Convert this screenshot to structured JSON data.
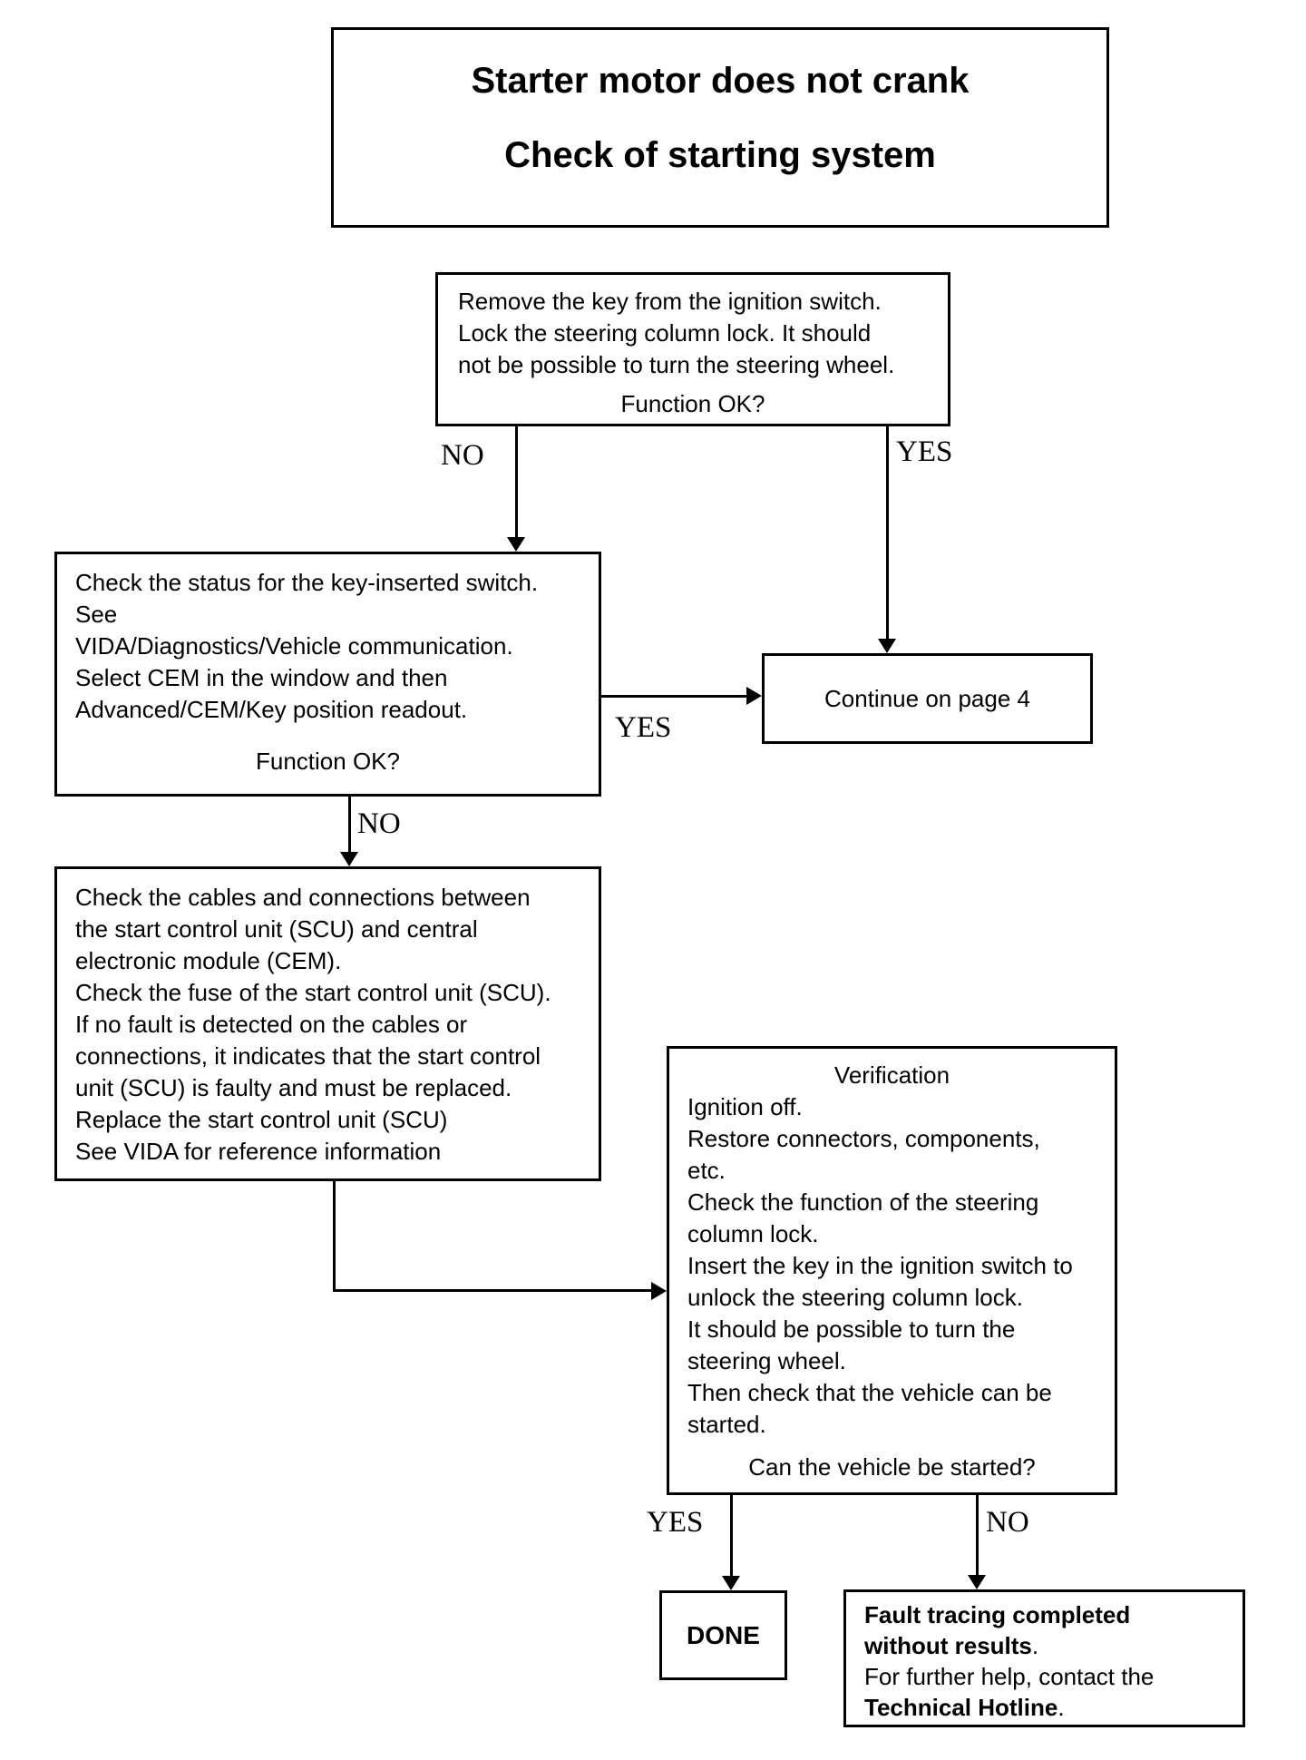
{
  "title": {
    "line1": "Starter motor does not crank",
    "line2": "Check of starting system"
  },
  "nodes": {
    "remove_key": {
      "lines": [
        "Remove the key from the ignition switch.",
        "Lock the steering column lock. It should",
        "not be possible to turn the steering wheel."
      ],
      "question": "Function OK?"
    },
    "key_status": {
      "lines": [
        "Check the status for the key-inserted switch.",
        "See",
        "VIDA/Diagnostics/Vehicle communication.",
        "Select CEM in the window and then",
        "Advanced/CEM/Key position readout."
      ],
      "question": "Function OK?"
    },
    "continue_page": {
      "label": "Continue on page 4"
    },
    "scu_check": {
      "lines": [
        "Check the cables and connections between",
        "the start control unit (SCU) and central",
        "electronic module (CEM).",
        "Check the fuse of the start control unit (SCU).",
        "If no fault is detected on the cables or",
        "connections, it indicates that the start control",
        "unit (SCU) is faulty and must be replaced.",
        "Replace the start control unit (SCU)",
        "See VIDA for reference information"
      ]
    },
    "verification": {
      "title": "Verification",
      "lines": [
        "Ignition off.",
        "Restore connectors, components,",
        "etc.",
        "Check the function of the steering",
        "column lock.",
        "Insert the key in the ignition switch to",
        "unlock the steering column lock.",
        "It should be possible to turn the",
        "steering wheel.",
        "Then check that the vehicle can be",
        "started."
      ],
      "question": "Can the vehicle be started?"
    },
    "done": {
      "label": "DONE"
    },
    "fault": {
      "line1_bold": "Fault tracing completed",
      "line2_bold": "without results",
      "line2_rest": ".",
      "line3": "For further help, contact the",
      "line4_bold": "Technical Hotline",
      "line4_rest": "."
    }
  },
  "edges": {
    "no1": "NO",
    "yes1": "YES",
    "yes2": "YES",
    "no2": "NO",
    "yes3": "YES",
    "no3": "NO"
  },
  "colors": {
    "ink": "#000000",
    "paper": "#ffffff"
  }
}
